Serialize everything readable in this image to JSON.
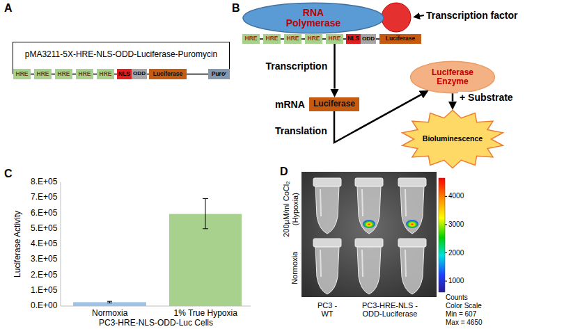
{
  "diagram": {
    "nodes": [
      {
        "text": [
          "pMA3211-5X-HRE-NLS-ODD-Luciferase-Puromycin"
        ]
      },
      {
        "text": [
          "HRE"
        ]
      },
      {
        "text": [
          "HRE"
        ]
      },
      {
        "text": [
          "HRE"
        ]
      },
      {
        "text": [
          "HRE"
        ]
      },
      {
        "text": [
          "HRE"
        ]
      },
      {
        "text": [
          "NLS"
        ]
      },
      {
        "text": [
          "ODD"
        ]
      },
      {
        "text": [
          "Luciferase"
        ]
      },
      {
        "text": [
          "Puroʳ"
        ]
      },
      {
        "text": [
          "RNA Polymerase"
        ]
      },
      {
        "text": [
          "HRE"
        ]
      },
      {
        "text": [
          "HRE"
        ]
      },
      {
        "text": [
          "HRE"
        ]
      },
      {
        "text": [
          "HRE"
        ]
      },
      {
        "text": [
          "HRE"
        ]
      },
      {
        "text": [
          "NLS"
        ]
      },
      {
        "text": [
          "ODD"
        ]
      },
      {
        "text": [
          "Luciferase"
        ]
      },
      {
        "text": [
          "Luciferase"
        ]
      },
      {
        "text": [
          "Luciferase Enzyme"
        ]
      },
      {
        "text": [
          "Bioluminescence"
        ]
      }
    ],
    "edges": [
      {
        "from": 15,
        "to": 19,
        "label": "Transcription",
        "arrow": "to"
      },
      {
        "from": 19,
        "to": 20,
        "label": "Translation",
        "arrow": "to"
      },
      {
        "from": 20,
        "to": 21,
        "label": "+ Substrate",
        "arrow": "to"
      }
    ],
    "labels": [
      "A",
      "B",
      "C",
      "D",
      "Transcription factor",
      "mRNA",
      "8.E+05",
      "7.E+05",
      "6.E+05",
      "5.E+05",
      "4.E+05",
      "3.E+05",
      "2.E+05",
      "1.E+05",
      "0.E+00",
      "Luciferase Activity",
      "Normoxia",
      "1% True Hypoxia",
      "PC3-HRE-NLS-ODD-Luc Cells",
      "200µM/ml CoCl₂ (Hypoxia)",
      "Normoxia",
      "PC3 -WT",
      "PC3-HRE-NLS -ODD-Luciferase",
      "4000",
      "3000",
      "2000",
      "1000",
      "Counts",
      "Color Scale",
      "Min = 607",
      "Max = 4650"
    ]
  }
}
